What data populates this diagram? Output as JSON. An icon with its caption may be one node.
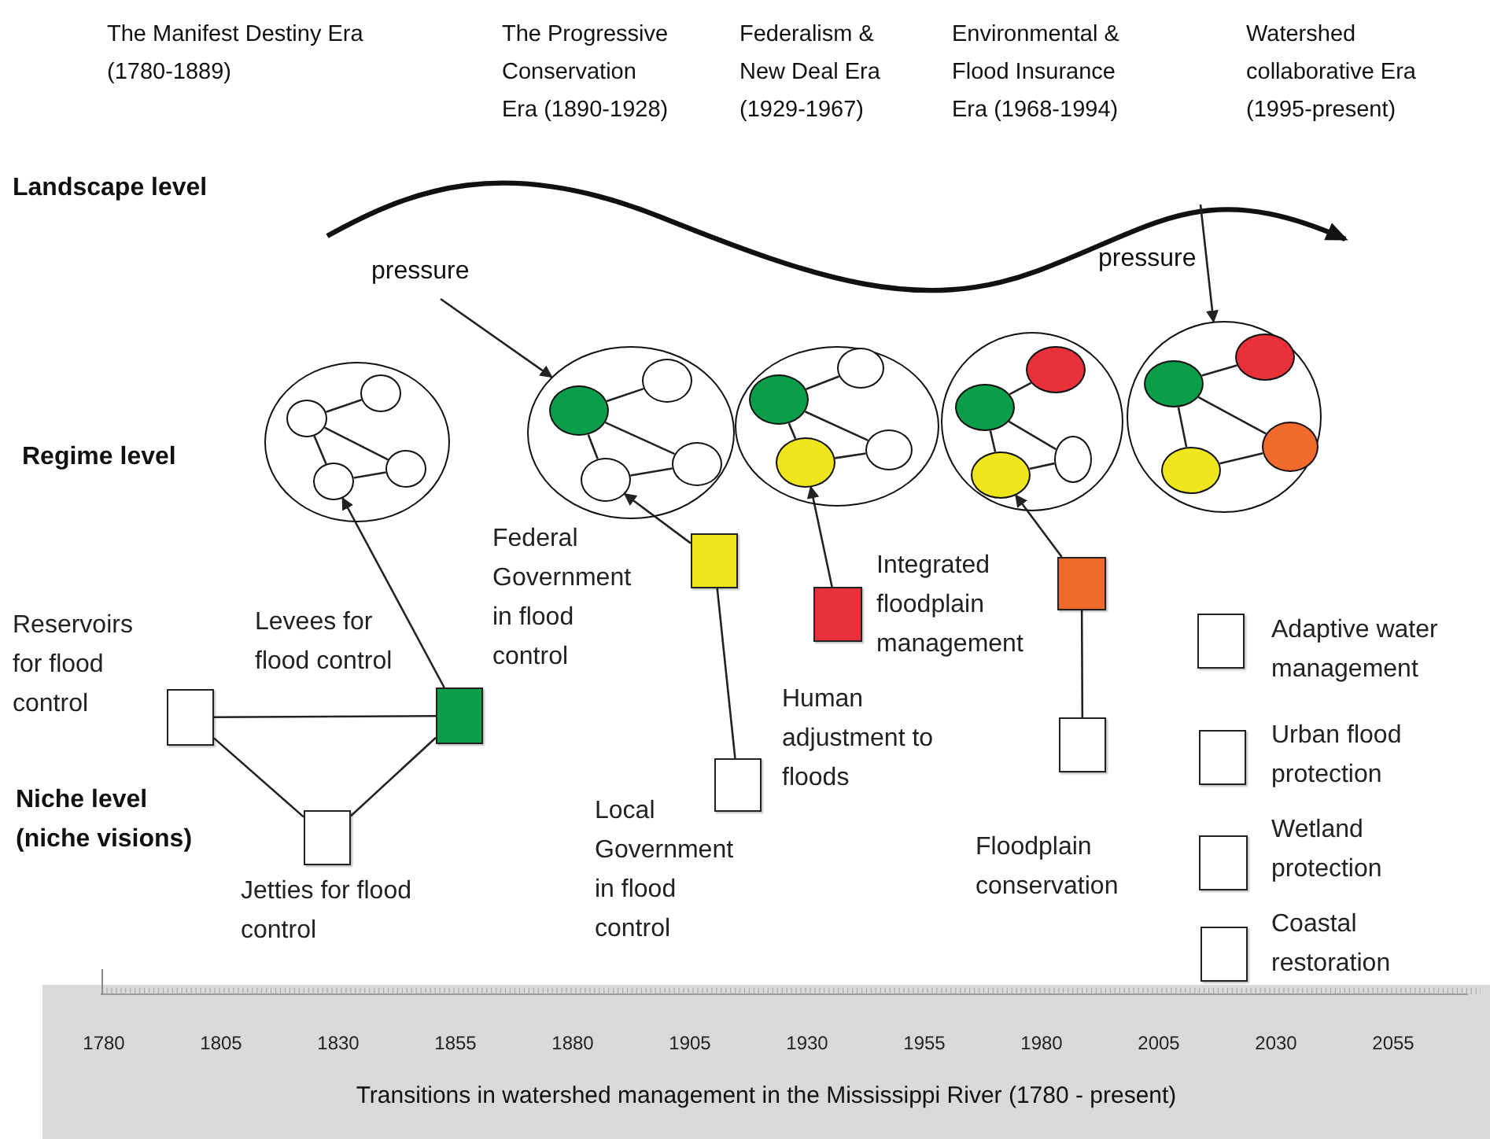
{
  "diagram": {
    "caption": "Transitions in watershed management in the Mississippi River (1780 - present)",
    "nodes": [
      {
        "text": [],
        "shape": "circle"
      },
      {
        "text": [],
        "shape": "circle",
        "in": 0
      },
      {
        "text": [],
        "shape": "circle",
        "in": 0
      },
      {
        "text": [],
        "shape": "circle",
        "in": 0
      },
      {
        "text": [],
        "shape": "circle",
        "in": 0
      },
      {
        "text": [],
        "shape": "circle"
      },
      {
        "text": [],
        "shape": "circle",
        "in": 5
      },
      {
        "text": [],
        "shape": "circle",
        "in": 5
      },
      {
        "text": [],
        "shape": "circle",
        "in": 5
      },
      {
        "text": [],
        "shape": "circle",
        "in": 5
      },
      {
        "text": [],
        "shape": "circle"
      },
      {
        "text": [],
        "shape": "circle",
        "in": 10
      },
      {
        "text": [],
        "shape": "circle",
        "in": 10
      },
      {
        "text": [],
        "shape": "circle",
        "in": 10
      },
      {
        "text": [],
        "shape": "circle",
        "in": 10
      },
      {
        "text": [],
        "shape": "circle"
      },
      {
        "text": [],
        "shape": "circle",
        "in": 15
      },
      {
        "text": [],
        "shape": "circle",
        "in": 15
      },
      {
        "text": [],
        "shape": "circle",
        "in": 15
      },
      {
        "text": [],
        "shape": "circle",
        "in": 15
      },
      {
        "text": [],
        "shape": "circle"
      },
      {
        "text": [],
        "shape": "circle",
        "in": 20
      },
      {
        "text": [],
        "shape": "circle",
        "in": 20
      },
      {
        "text": [],
        "shape": "circle",
        "in": 20
      },
      {
        "text": [],
        "shape": "circle",
        "in": 20
      },
      {
        "text": [],
        "shape": "box",
        "beside": [
          "Reservoirs for flood control"
        ]
      },
      {
        "text": [],
        "shape": "box",
        "beside": [
          "Levees for flood control"
        ]
      },
      {
        "text": [],
        "shape": "box",
        "beside": [
          "Jetties for flood control"
        ]
      },
      {
        "text": [],
        "shape": "box"
      },
      {
        "text": [],
        "shape": "box",
        "beside": [
          "Local Government in flood control"
        ]
      },
      {
        "text": [],
        "shape": "box",
        "beside": [
          "Integrated floodplain management"
        ]
      },
      {
        "text": [],
        "shape": "box"
      },
      {
        "text": [],
        "shape": "box",
        "beside": [
          "Floodplain conservation"
        ]
      },
      {
        "text": [],
        "shape": "box",
        "beside": [
          "Adaptive water management"
        ]
      },
      {
        "text": [],
        "shape": "box",
        "beside": [
          "Urban flood protection"
        ]
      },
      {
        "text": [],
        "shape": "box",
        "beside": [
          "Wetland protection"
        ]
      },
      {
        "text": [],
        "shape": "box",
        "beside": [
          "Coastal restoration"
        ]
      }
    ],
    "edges": [
      {
        "from": 1,
        "to": 2,
        "arrow": "none"
      },
      {
        "from": 1,
        "to": 3,
        "arrow": "none"
      },
      {
        "from": 1,
        "to": 4,
        "arrow": "none"
      },
      {
        "from": 3,
        "to": 4,
        "arrow": "none"
      },
      {
        "from": 6,
        "to": 7,
        "arrow": "none"
      },
      {
        "from": 6,
        "to": 8,
        "arrow": "none"
      },
      {
        "from": 6,
        "to": 9,
        "arrow": "none"
      },
      {
        "from": 8,
        "to": 9,
        "arrow": "none"
      },
      {
        "from": 11,
        "to": 12,
        "arrow": "none"
      },
      {
        "from": 11,
        "to": 13,
        "arrow": "none"
      },
      {
        "from": 11,
        "to": 14,
        "arrow": "none"
      },
      {
        "from": 13,
        "to": 14,
        "arrow": "none"
      },
      {
        "from": 17,
        "to": 16,
        "arrow": "none"
      },
      {
        "from": 17,
        "to": 18,
        "arrow": "none"
      },
      {
        "from": 17,
        "to": 19,
        "arrow": "none"
      },
      {
        "from": 18,
        "to": 19,
        "arrow": "none"
      },
      {
        "from": 22,
        "to": 21,
        "arrow": "none"
      },
      {
        "from": 22,
        "to": 24,
        "arrow": "none"
      },
      {
        "from": 22,
        "to": 23,
        "arrow": "none"
      },
      {
        "from": 24,
        "to": 23,
        "arrow": "none"
      },
      {
        "from": 25,
        "to": 26,
        "arrow": "none"
      },
      {
        "from": 25,
        "to": 27,
        "arrow": "none"
      },
      {
        "from": 27,
        "to": 26,
        "arrow": "none"
      },
      {
        "from": 26,
        "to": 3,
        "arrow": "to"
      },
      {
        "from": 28,
        "to": 8,
        "arrow": "to"
      },
      {
        "from": 29,
        "to": 28,
        "arrow": "none"
      },
      {
        "from": 30,
        "to": 13,
        "arrow": "to"
      },
      {
        "from": 31,
        "to": 18,
        "arrow": "to"
      },
      {
        "from": 32,
        "to": 31,
        "arrow": "none"
      },
      {
        "from": null,
        "to": 5,
        "arrow": "to"
      },
      {
        "from": null,
        "to": 20,
        "arrow": "to"
      }
    ],
    "labels": [
      "The Manifest Destiny Era (1780-1889)",
      "The Progressive Conservation Era (1890-1928)",
      "Federalism & New Deal Era (1929-1967)",
      "Environmental & Flood Insurance Era (1968-1994)",
      "Watershed collaborative Era (1995-present)",
      "Landscape level",
      "pressure",
      "pressure",
      "Regime level",
      "Niche level (niche visions)",
      "Federal Government in flood control",
      "Human adjustment to floods",
      "1780",
      "1805",
      "1830",
      "1855",
      "1880",
      "1905",
      "1930",
      "1955",
      "1980",
      "2005",
      "2030",
      "2055"
    ]
  }
}
